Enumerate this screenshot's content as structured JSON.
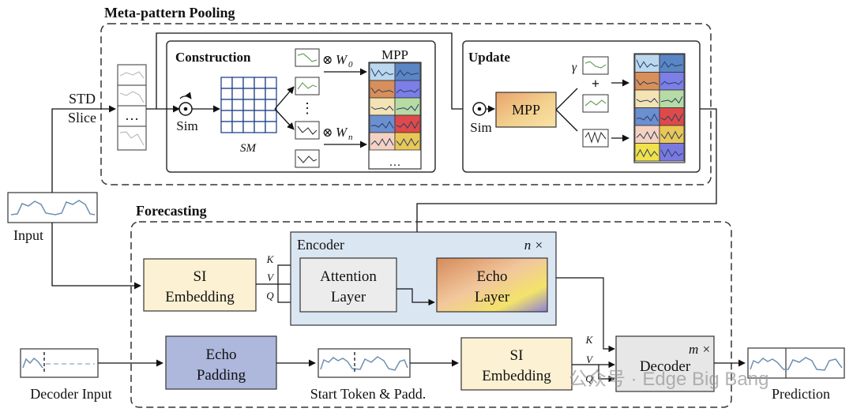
{
  "sections": {
    "meta_pattern_pooling": "Meta-pattern Pooling",
    "construction": "Construction",
    "update": "Update",
    "forecasting": "Forecasting"
  },
  "labels": {
    "std": "STD",
    "slice": "Slice",
    "sim": "Sim",
    "sm": "SM",
    "w0_op": "⊗",
    "w0": "W",
    "w0_sub": "0",
    "wn_op": "⊗",
    "wn": "W",
    "wn_sub": "n",
    "mpp_header": "MPP",
    "ellipsis": "…",
    "vdots": "⋮",
    "gamma": "γ",
    "plus": "+",
    "update_sim": "Sim",
    "mpp_box": "MPP",
    "input": "Input",
    "encoder": "Encoder",
    "encoder_repeat": "n ×",
    "si_embedding_1": "SI",
    "si_embedding_2": "Embedding",
    "attention_1": "Attention",
    "attention_2": "Layer",
    "echo_1": "Echo",
    "echo_2": "Layer",
    "k": "K",
    "v": "V",
    "q": "Q",
    "echo_padding_1": "Echo",
    "echo_padding_2": "Padding",
    "decoder_input": "Decoder Input",
    "start_token": "Start Token & Padd.",
    "decoder": "Decoder",
    "decoder_repeat": "m ×",
    "prediction": "Prediction",
    "watermark": "公众号 · Edge Big Bang"
  },
  "colors": {
    "si_embedding_fill": "#fdf1d3",
    "attention_fill": "#ececec",
    "encoder_fill": "#dbe6f3",
    "echo_padding_fill": "#aeb7dc",
    "decoder_fill": "#e7e7e7",
    "series_line": "#6f8fb3",
    "mpp_orange": "#f6c28e"
  },
  "mpp_cells": [
    [
      "#bcd8ee",
      "#5b86c5"
    ],
    [
      "#d98f5a",
      "#7c7fe6"
    ],
    [
      "#f4e3b3",
      "#b6dba4"
    ],
    [
      "#6c8fd0",
      "#de4a4a"
    ],
    [
      "#f5d2c0",
      "#e9c856"
    ]
  ],
  "update_cells": [
    [
      "#bcd8ee",
      "#5b86c5"
    ],
    [
      "#d98f5a",
      "#7c7fe6"
    ],
    [
      "#f4e3b3",
      "#b6dba4"
    ],
    [
      "#6c8fd0",
      "#de4a4a"
    ],
    [
      "#f5d2c0",
      "#e9c856"
    ],
    [
      "#f1e14a",
      "#7a79e0"
    ]
  ]
}
